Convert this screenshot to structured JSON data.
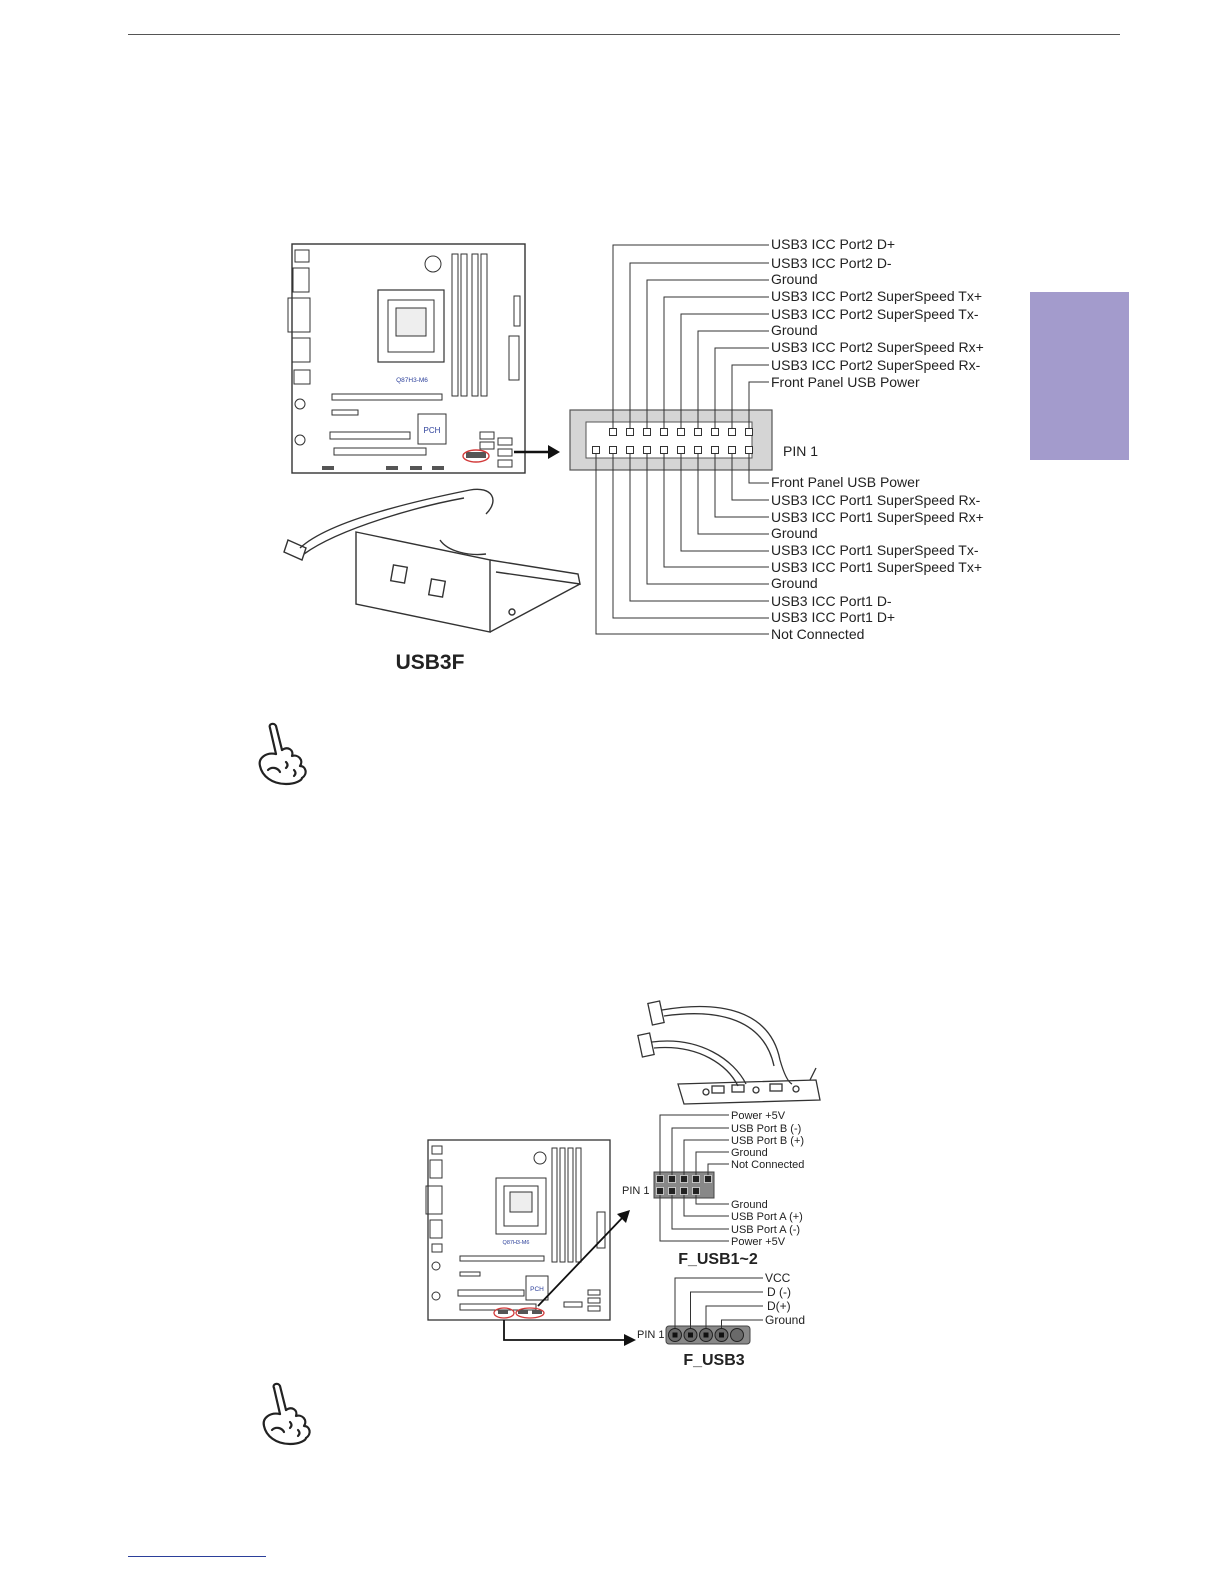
{
  "usb3f": {
    "caption": "USB3F",
    "pin1": "PIN 1",
    "board_label": "Q87H3-M6",
    "pch_label": "PCH",
    "top_labels": [
      "USB3 ICC Port2 D+",
      "USB3 ICC Port2 D-",
      "Ground",
      "USB3 ICC Port2 SuperSpeed Tx+",
      "USB3 ICC Port2 SuperSpeed Tx-",
      "Ground",
      "USB3 ICC Port2 SuperSpeed Rx+",
      "USB3 ICC Port2 SuperSpeed Rx-",
      "Front Panel USB Power"
    ],
    "bottom_labels": [
      "Front Panel USB Power",
      "USB3 ICC Port1 SuperSpeed Rx-",
      "USB3 ICC Port1 SuperSpeed Rx+",
      "Ground",
      "USB3 ICC Port1 SuperSpeed Tx-",
      "USB3 ICC Port1 SuperSpeed Tx+",
      "Ground",
      "USB3 ICC Port1 D-",
      "USB3 ICC Port1 D+",
      "Not Connected"
    ]
  },
  "fusb": {
    "board_label": "Q87H3-M6",
    "pch_label": "PCH",
    "fusb12": {
      "caption": "F_USB1~2",
      "pin1": "PIN 1",
      "top_labels": [
        "Power +5V",
        "USB Port B (-)",
        "USB Port B (+)",
        "Ground",
        "Not Connected"
      ],
      "bottom_labels": [
        "Ground",
        "USB Port A (+)",
        "USB Port A (-)",
        "Power +5V"
      ]
    },
    "fusb3": {
      "caption": "F_USB3",
      "pin1": "PIN 1",
      "labels": [
        "VCC",
        "D (-)",
        "D(+)",
        "Ground"
      ]
    }
  }
}
